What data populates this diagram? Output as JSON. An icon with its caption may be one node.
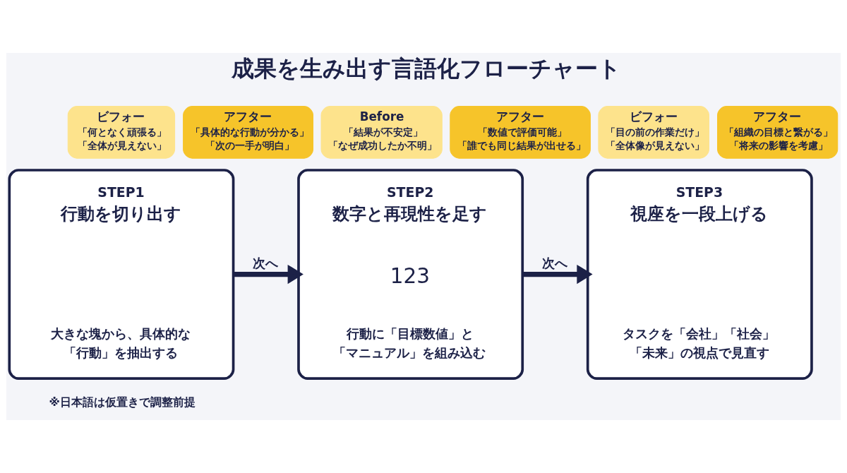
{
  "diagram": {
    "title": "成果を生み出す言語化フローチャート",
    "nodes": [
      {
        "text": [
          "ビフォー",
          "「何となく頑張る」",
          "「全体が見えない」"
        ]
      },
      {
        "text": [
          "アフター",
          "「具体的な行動が分かる」",
          "「次の一手が明白」"
        ]
      },
      {
        "text": [
          "Before",
          "「結果が不安定」",
          "「なぜ成功したか不明」"
        ]
      },
      {
        "text": [
          "アフター",
          "「数値で評価可能」",
          "「誰でも同じ結果が出せる」"
        ]
      },
      {
        "text": [
          "ビフォー",
          "「目の前の作業だけ」",
          "「全体像が見えない」"
        ]
      },
      {
        "text": [
          "アフター",
          "「組織の目標と繋がる」",
          "「将来の影響を考慮」"
        ]
      },
      {
        "text": [
          "STEP1",
          "行動を切り出す",
          "大きな塊から、具体的な「行動」を抽出する"
        ]
      },
      {
        "text": [
          "STEP2",
          "数字と再現性を足す",
          "123",
          "行動に「目標数値」と「マニュアル」を組み込む"
        ]
      },
      {
        "text": [
          "STEP3",
          "視座を一段上げる",
          "タスクを「会社」「社会」「未来」の視点で見直す"
        ]
      }
    ],
    "edges": [
      {
        "from": 6,
        "to": 7,
        "arrow": "to",
        "label": "次へ"
      },
      {
        "from": 7,
        "to": 8,
        "arrow": "to",
        "label": "次へ"
      }
    ],
    "labels": [
      "※日本語は仮置きで調整前提"
    ]
  }
}
